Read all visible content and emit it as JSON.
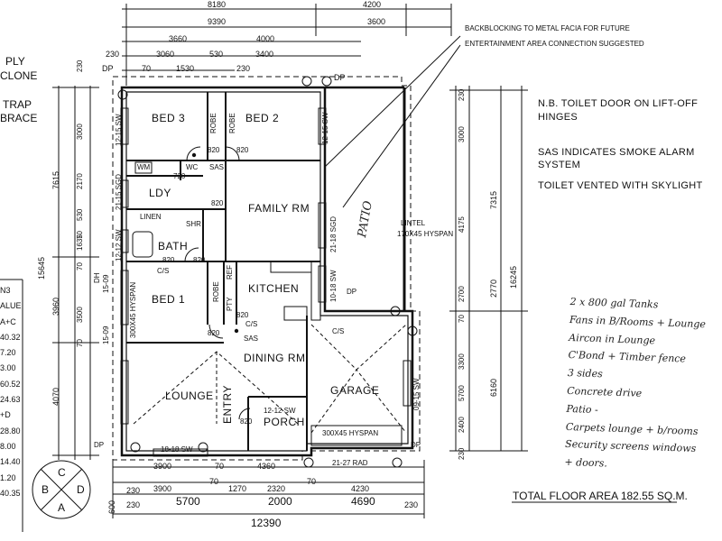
{
  "top_dims": {
    "overall_1": "8180",
    "overall_2": "4200",
    "overall_3": "9390",
    "overall_4": "3600",
    "d3660": "3660",
    "d4000": "4000",
    "d230a": "230",
    "d3060": "3060",
    "d530": "530",
    "d3400": "3400",
    "d70a": "70",
    "d1530": "1530",
    "d230b": "230",
    "dp1": "DP",
    "dp2": "DP"
  },
  "left_labels": {
    "ply": "PLY",
    "clone": "CLONE",
    "trap": "TRAP",
    "brace": "BRACE"
  },
  "left_vert_dims": {
    "d7615": "7615",
    "d15645": "15645",
    "d3960": "3960",
    "d4070": "4070",
    "d600": "600",
    "d3000": "3000",
    "d2170": "2170",
    "d530": "530",
    "d1635": "1635",
    "d3500": "3500",
    "d230": "230",
    "d70a": "70",
    "d70b": "70",
    "d70c": "70"
  },
  "table_fragments": [
    "N3",
    "ALUE",
    "A+C",
    "40.32",
    "7.20",
    "3.00",
    "60.52",
    "24.63",
    "+D",
    "28.80",
    "8.00",
    "14.40",
    "1.20",
    "40.35"
  ],
  "rooms": {
    "bed3": "BED 3",
    "bed2": "BED 2",
    "robe1": "ROBE",
    "robe2": "ROBE",
    "laundry": "LDY",
    "wm": "WM",
    "wc": "WC",
    "linen": "LINEN",
    "shr": "SHR",
    "bath": "BATH",
    "family": "FAMILY RM",
    "bed1": "BED 1",
    "robe3": "ROBE",
    "kitchen": "KITCHEN",
    "pty": "PTY",
    "ref": "REF",
    "dining": "DINING RM",
    "lounge": "LOUNGE",
    "entry": "ENTRY",
    "porch": "PORCH",
    "garage": "GARAGE",
    "patio": "PATIO"
  },
  "interior_text": {
    "sas1": "SAS",
    "sas2": "SAS",
    "c_s1": "C/S",
    "c_s2": "C/S",
    "c_s3": "C/S",
    "d820a": "820",
    "d820b": "820",
    "d820c": "820",
    "d820d": "820",
    "d820e": "820",
    "d820f": "820",
    "d820g": "820",
    "d720": "720",
    "d820h": "820",
    "sw1215a": "12-15 SW",
    "sw1215b": "12-15 SW",
    "sgd2115": "21-15 SGD",
    "sw1212": "12-12 SW",
    "sw1509": "15-09",
    "dh": "DH",
    "hyspan1": "300X45 HYSPAN",
    "sw1509b": "15-09",
    "sgd2118": "21-18 SGD",
    "lintel": "LINTEL",
    "hyspan2": "170X45 HYSPAN",
    "sw1018": "10-18 SW",
    "dp3": "DP",
    "dp4": "DP",
    "dp5": "DP",
    "sw1818": "18-18 SW",
    "sw1212b": "12-12 SW",
    "hyspan3": "300X45 HYSPAN",
    "rad2127": "21-27 RAD",
    "sw0915": "09-15 SW"
  },
  "notes": {
    "backblock": "BACKBLOCKING TO METAL FACIA FOR FUTURE",
    "entertain": "ENTERTAINMENT AREA CONNECTION SUGGESTED",
    "nb1": "N.B. TOILET DOOR ON LIFT-OFF",
    "nb2": "HINGES",
    "sas1": "SAS INDICATES SMOKE ALARM",
    "sas2": "SYSTEM",
    "toilet": "TOILET VENTED WITH SKYLIGHT"
  },
  "right_dims": {
    "d3000": "3000",
    "d4175": "4175",
    "d7315": "7315",
    "d2700": "2700",
    "d2770": "2770",
    "d16245": "16245",
    "d3300": "3300",
    "d5700": "5700",
    "d6160": "6160",
    "d2400": "2400",
    "d230a": "230",
    "d230b": "230",
    "d70": "70"
  },
  "handwritten": [
    "2 x 800 gal Tanks",
    "Fans in B/Rooms + Lounge",
    "Aircon in Lounge",
    "C'Bond + Timber fence",
    "3 sides",
    "Concrete drive",
    "Patio -",
    "Carpets lounge + b/rooms",
    "Security screens windows",
    "+ doors."
  ],
  "bottom_dims": {
    "d3900a": "3900",
    "d70a": "70",
    "d4360": "4360",
    "d230a": "230",
    "d3900b": "3900",
    "d70b": "70",
    "d1270": "1270",
    "d2320": "2320",
    "d70c": "70",
    "d4230": "4230",
    "d230b": "230",
    "d5700": "5700",
    "d2000": "2000",
    "d4690": "4690",
    "d230c": "230",
    "d12390": "12390"
  },
  "compass": {
    "a": "A",
    "b": "B",
    "c": "C",
    "d": "D"
  },
  "total_area": "TOTAL FLOOR AREA 182.55 SQ.M."
}
